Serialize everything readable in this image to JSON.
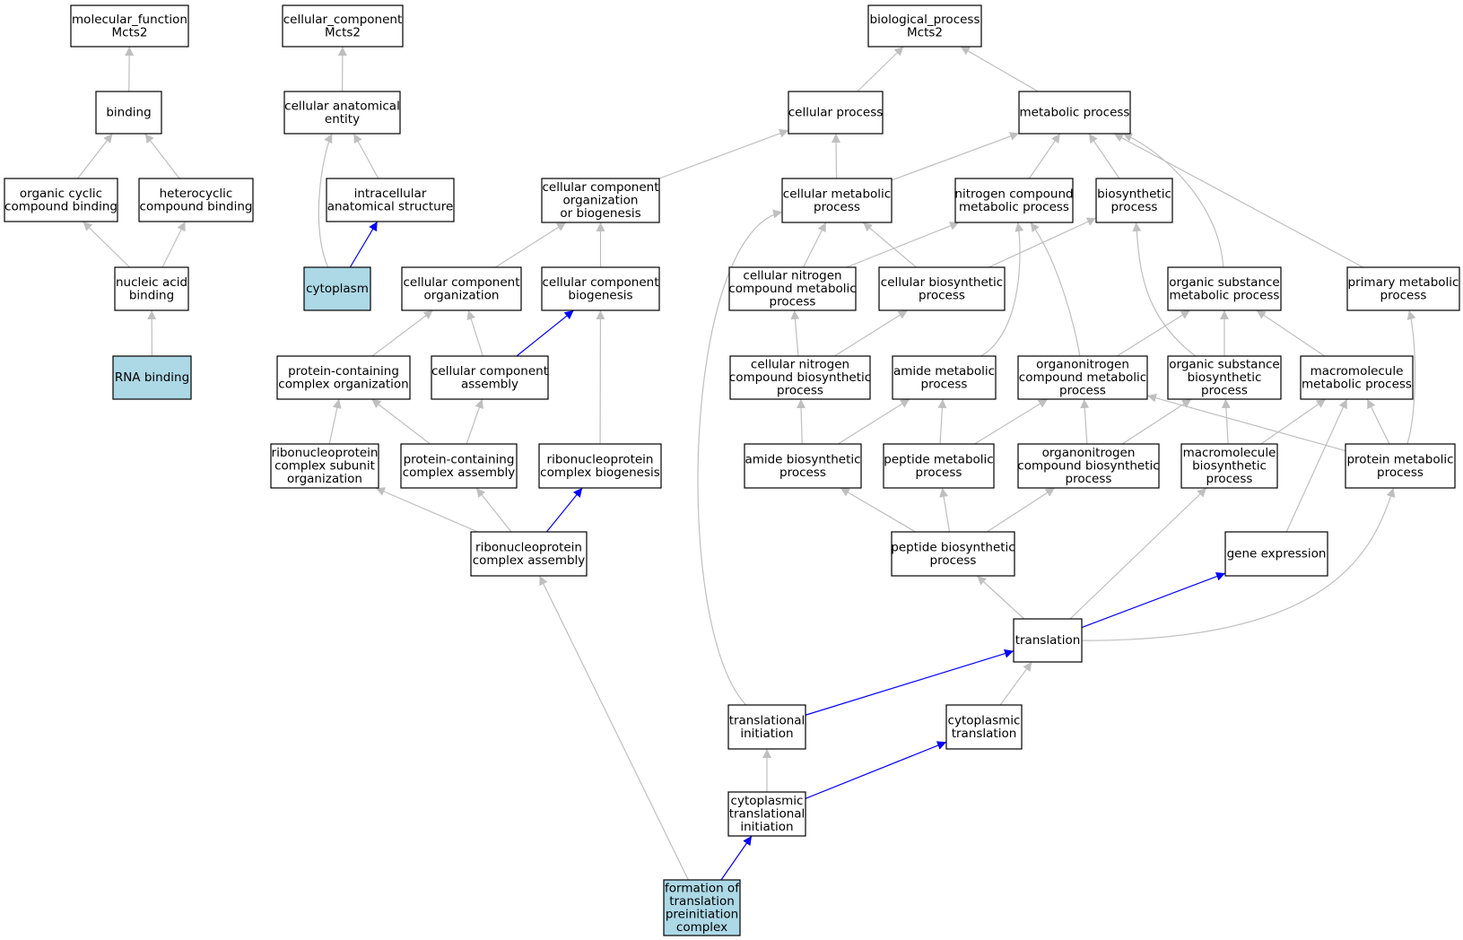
{
  "colors": {
    "node_fill": "#ffffff",
    "highlight_fill": "#add8e6",
    "edge_gray": "#bfbfbf",
    "edge_blue": "#0000ff"
  },
  "nodes": [
    {
      "id": "mf",
      "lines": [
        "molecular_function",
        "Mcts2"
      ]
    },
    {
      "id": "cc",
      "lines": [
        "cellular_component",
        "Mcts2"
      ]
    },
    {
      "id": "bp",
      "lines": [
        "biological_process",
        "Mcts2"
      ]
    },
    {
      "id": "binding",
      "lines": [
        "binding"
      ]
    },
    {
      "id": "cae",
      "lines": [
        "cellular anatomical",
        "entity"
      ]
    },
    {
      "id": "cellproc",
      "lines": [
        "cellular process"
      ]
    },
    {
      "id": "metproc",
      "lines": [
        "metabolic process"
      ]
    },
    {
      "id": "occb",
      "lines": [
        "organic cyclic",
        "compound binding"
      ]
    },
    {
      "id": "hccb",
      "lines": [
        "heterocyclic",
        "compound binding"
      ]
    },
    {
      "id": "ias",
      "lines": [
        "intracellular",
        "anatomical structure"
      ]
    },
    {
      "id": "ccob",
      "lines": [
        "cellular component",
        "organization",
        "or biogenesis"
      ]
    },
    {
      "id": "cmp",
      "lines": [
        "cellular metabolic",
        "process"
      ]
    },
    {
      "id": "ncmp",
      "lines": [
        "nitrogen compound",
        "metabolic process"
      ]
    },
    {
      "id": "bios",
      "lines": [
        "biosynthetic",
        "process"
      ]
    },
    {
      "id": "nab",
      "lines": [
        "nucleic acid",
        "binding"
      ]
    },
    {
      "id": "cyto",
      "lines": [
        "cytoplasm"
      ],
      "highlight": true
    },
    {
      "id": "cco",
      "lines": [
        "cellular component",
        "organization"
      ]
    },
    {
      "id": "ccb",
      "lines": [
        "cellular component",
        "biogenesis"
      ]
    },
    {
      "id": "cncmp",
      "lines": [
        "cellular nitrogen",
        "compound metabolic",
        "process"
      ]
    },
    {
      "id": "cbp",
      "lines": [
        "cellular biosynthetic",
        "process"
      ]
    },
    {
      "id": "osmp",
      "lines": [
        "organic substance",
        "metabolic process"
      ]
    },
    {
      "id": "pmp",
      "lines": [
        "primary metabolic",
        "process"
      ]
    },
    {
      "id": "rnab",
      "lines": [
        "RNA binding"
      ],
      "highlight": true
    },
    {
      "id": "pcco",
      "lines": [
        "protein-containing",
        "complex organization"
      ]
    },
    {
      "id": "cca",
      "lines": [
        "cellular component",
        "assembly"
      ]
    },
    {
      "id": "cncbp",
      "lines": [
        "cellular nitrogen",
        "compound biosynthetic",
        "process"
      ]
    },
    {
      "id": "amp",
      "lines": [
        "amide metabolic",
        "process"
      ]
    },
    {
      "id": "oncmp",
      "lines": [
        "organonitrogen",
        "compound metabolic",
        "process"
      ]
    },
    {
      "id": "osbp",
      "lines": [
        "organic substance",
        "biosynthetic",
        "process"
      ]
    },
    {
      "id": "mmp",
      "lines": [
        "macromolecule",
        "metabolic process"
      ]
    },
    {
      "id": "rncso",
      "lines": [
        "ribonucleoprotein",
        "complex subunit",
        "organization"
      ]
    },
    {
      "id": "pcca",
      "lines": [
        "protein-containing",
        "complex assembly"
      ]
    },
    {
      "id": "rncb",
      "lines": [
        "ribonucleoprotein",
        "complex biogenesis"
      ]
    },
    {
      "id": "abp",
      "lines": [
        "amide biosynthetic",
        "process"
      ]
    },
    {
      "id": "pepmp",
      "lines": [
        "peptide metabolic",
        "process"
      ]
    },
    {
      "id": "oncbp",
      "lines": [
        "organonitrogen",
        "compound biosynthetic",
        "process"
      ]
    },
    {
      "id": "mbp",
      "lines": [
        "macromolecule",
        "biosynthetic",
        "process"
      ]
    },
    {
      "id": "protmp",
      "lines": [
        "protein metabolic",
        "process"
      ]
    },
    {
      "id": "rnca",
      "lines": [
        "ribonucleoprotein",
        "complex assembly"
      ]
    },
    {
      "id": "pepbp",
      "lines": [
        "peptide biosynthetic",
        "process"
      ]
    },
    {
      "id": "geneexp",
      "lines": [
        "gene expression"
      ]
    },
    {
      "id": "transl",
      "lines": [
        "translation"
      ]
    },
    {
      "id": "transinit",
      "lines": [
        "translational",
        "initiation"
      ]
    },
    {
      "id": "cytotransl",
      "lines": [
        "cytoplasmic",
        "translation"
      ]
    },
    {
      "id": "ctinit",
      "lines": [
        "cytoplasmic",
        "translational",
        "initiation"
      ]
    },
    {
      "id": "ftpc",
      "lines": [
        "formation of",
        "translation",
        "preinitiation",
        "complex"
      ],
      "highlight": true
    }
  ],
  "edges": [
    {
      "from": "binding",
      "to": "mf"
    },
    {
      "from": "occb",
      "to": "binding"
    },
    {
      "from": "hccb",
      "to": "binding"
    },
    {
      "from": "nab",
      "to": "occb"
    },
    {
      "from": "nab",
      "to": "hccb"
    },
    {
      "from": "rnab",
      "to": "nab"
    },
    {
      "from": "cae",
      "to": "cc"
    },
    {
      "from": "ias",
      "to": "cae"
    },
    {
      "from": "cyto",
      "to": "cae"
    },
    {
      "from": "cyto",
      "to": "ias",
      "blue": true
    },
    {
      "from": "cellproc",
      "to": "bp"
    },
    {
      "from": "metproc",
      "to": "bp"
    },
    {
      "from": "ccob",
      "to": "cellproc"
    },
    {
      "from": "cmp",
      "to": "cellproc"
    },
    {
      "from": "cmp",
      "to": "metproc"
    },
    {
      "from": "ncmp",
      "to": "metproc"
    },
    {
      "from": "bios",
      "to": "metproc"
    },
    {
      "from": "osmp",
      "to": "metproc"
    },
    {
      "from": "pmp",
      "to": "metproc"
    },
    {
      "from": "cco",
      "to": "ccob"
    },
    {
      "from": "ccb",
      "to": "ccob"
    },
    {
      "from": "cncmp",
      "to": "cmp"
    },
    {
      "from": "cncmp",
      "to": "ncmp"
    },
    {
      "from": "cbp",
      "to": "cmp"
    },
    {
      "from": "cbp",
      "to": "bios"
    },
    {
      "from": "pcco",
      "to": "cco"
    },
    {
      "from": "cca",
      "to": "cco"
    },
    {
      "from": "cca",
      "to": "ccb",
      "blue": true
    },
    {
      "from": "cncbp",
      "to": "cncmp"
    },
    {
      "from": "cncbp",
      "to": "cbp"
    },
    {
      "from": "amp",
      "to": "ncmp"
    },
    {
      "from": "oncmp",
      "to": "ncmp"
    },
    {
      "from": "oncmp",
      "to": "osmp"
    },
    {
      "from": "osbp",
      "to": "osmp"
    },
    {
      "from": "osbp",
      "to": "bios"
    },
    {
      "from": "mmp",
      "to": "osmp"
    },
    {
      "from": "rncso",
      "to": "pcco"
    },
    {
      "from": "pcca",
      "to": "pcco"
    },
    {
      "from": "pcca",
      "to": "cca"
    },
    {
      "from": "rncb",
      "to": "ccb"
    },
    {
      "from": "abp",
      "to": "cncbp"
    },
    {
      "from": "abp",
      "to": "amp"
    },
    {
      "from": "pepmp",
      "to": "amp"
    },
    {
      "from": "pepmp",
      "to": "oncmp"
    },
    {
      "from": "oncbp",
      "to": "oncmp"
    },
    {
      "from": "oncbp",
      "to": "osbp"
    },
    {
      "from": "mbp",
      "to": "osbp"
    },
    {
      "from": "mbp",
      "to": "mmp"
    },
    {
      "from": "protmp",
      "to": "mmp"
    },
    {
      "from": "protmp",
      "to": "oncmp"
    },
    {
      "from": "protmp",
      "to": "pmp"
    },
    {
      "from": "rnca",
      "to": "rncso"
    },
    {
      "from": "rnca",
      "to": "pcca"
    },
    {
      "from": "rnca",
      "to": "rncb",
      "blue": true
    },
    {
      "from": "pepbp",
      "to": "abp"
    },
    {
      "from": "pepbp",
      "to": "pepmp"
    },
    {
      "from": "pepbp",
      "to": "oncbp"
    },
    {
      "from": "geneexp",
      "to": "mmp"
    },
    {
      "from": "transl",
      "to": "pepbp"
    },
    {
      "from": "transl",
      "to": "mbp"
    },
    {
      "from": "transl",
      "to": "geneexp",
      "blue": true
    },
    {
      "from": "transl",
      "to": "protmp"
    },
    {
      "from": "transinit",
      "to": "transl",
      "blue": true
    },
    {
      "from": "transinit",
      "to": "cmp"
    },
    {
      "from": "cytotransl",
      "to": "transl"
    },
    {
      "from": "ctinit",
      "to": "transinit"
    },
    {
      "from": "ctinit",
      "to": "cytotransl",
      "blue": true
    },
    {
      "from": "ftpc",
      "to": "ctinit",
      "blue": true
    },
    {
      "from": "ftpc",
      "to": "rnca"
    }
  ]
}
